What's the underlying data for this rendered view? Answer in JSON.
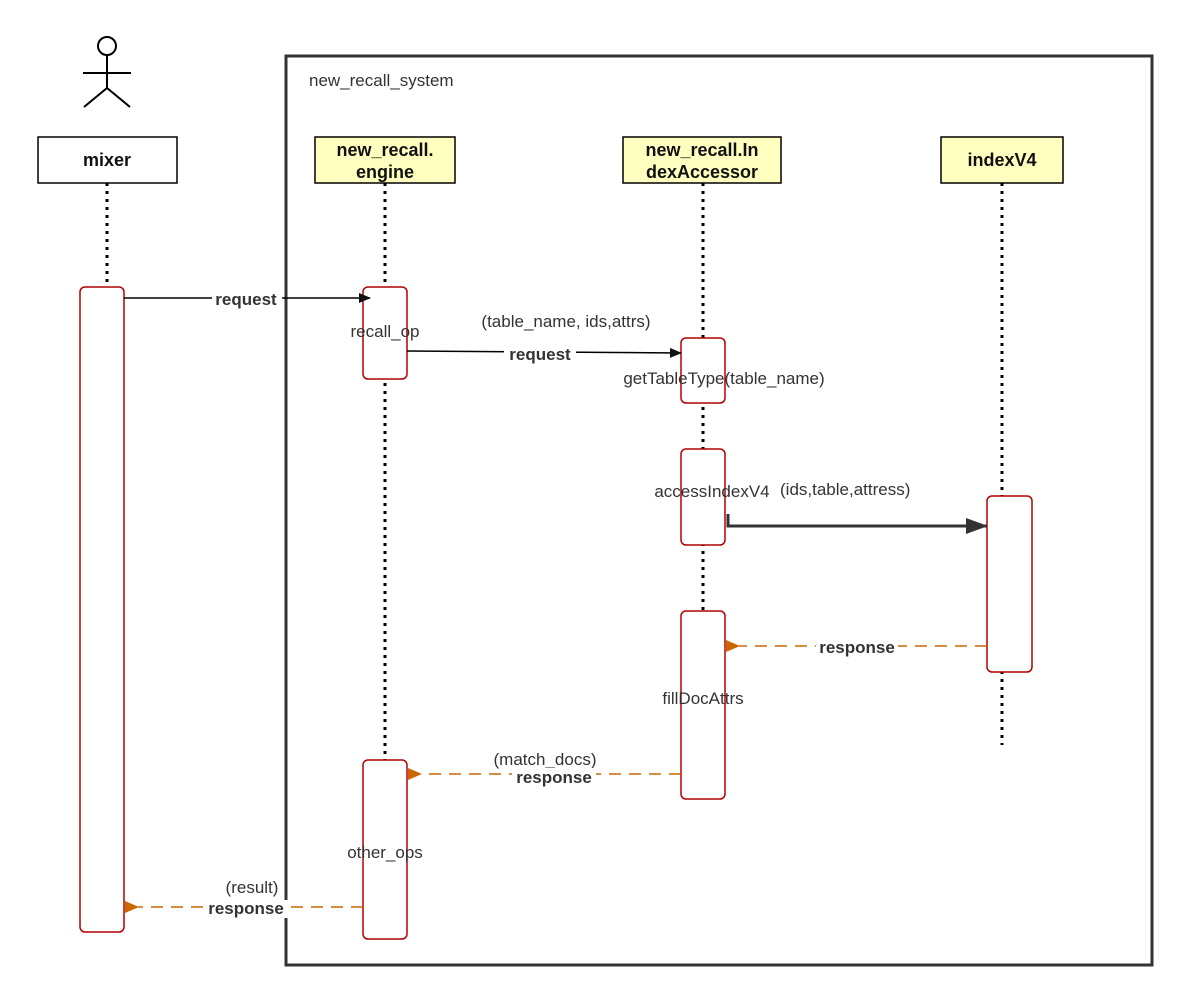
{
  "system": {
    "title": "new_recall_system"
  },
  "participants": {
    "mixer": {
      "label": "mixer"
    },
    "engine": {
      "line1": "new_recall.",
      "line2": "engine"
    },
    "accessor": {
      "line1": "new_recall.In",
      "line2": "dexAccessor"
    },
    "index": {
      "label": "indexV4"
    }
  },
  "activations": {
    "recall_op": "recall_op",
    "get_table_type": "getTableType(table_name)",
    "access_index": "accessIndexV4",
    "fill_doc_attrs": "fillDocAttrs",
    "other_ops": "other_ops"
  },
  "messages": {
    "m1": {
      "label": "request"
    },
    "m2": {
      "params": "(table_name, ids,attrs)",
      "label": "request"
    },
    "m3": {
      "params": "(ids,table,attress)"
    },
    "m4": {
      "label": "response"
    },
    "m5": {
      "params": "(match_docs)",
      "label": "response"
    },
    "m6": {
      "params": "(result)",
      "label": "response"
    }
  },
  "colors": {
    "header_fill": "#ffffc0",
    "activation_stroke": "#b20000",
    "response_arrow": "#cc6600",
    "request_arrow": "#000000",
    "frame": "#333333"
  }
}
